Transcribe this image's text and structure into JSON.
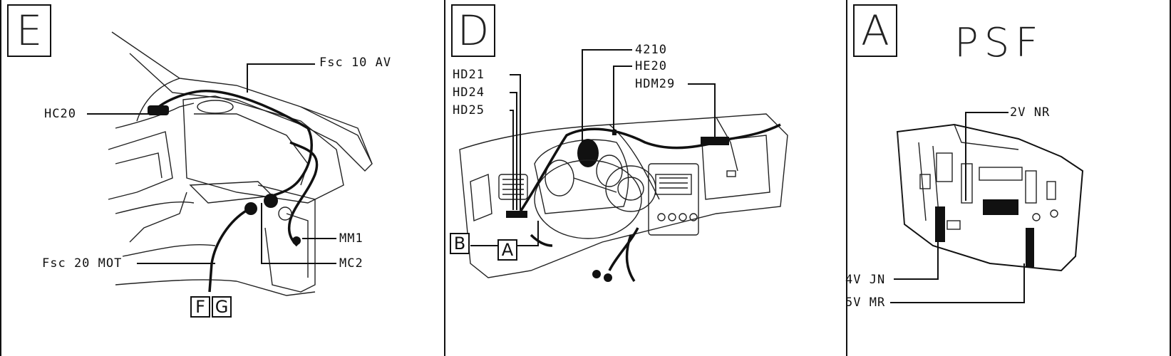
{
  "panels": {
    "e": {
      "letter": "E",
      "labels": {
        "fsc10": "Fsc 10 AV",
        "hc20": "HC20",
        "mm1": "MM1",
        "mc2": "MC2",
        "fsc20": "Fsc 20 MOT"
      },
      "boxes": [
        "F",
        "G"
      ]
    },
    "d": {
      "letter": "D",
      "labels": {
        "n4210": "4210",
        "he20": "HE20",
        "hdm29": "HDM29",
        "hd21": "HD21",
        "hd24": "HD24",
        "hd25": "HD25"
      },
      "boxes": [
        "B",
        "A"
      ]
    },
    "a": {
      "letter": "A",
      "title": "PSF",
      "labels": {
        "v2nr": "2V NR",
        "v4jn": "4V JN",
        "v5mr": "5V MR"
      }
    }
  }
}
